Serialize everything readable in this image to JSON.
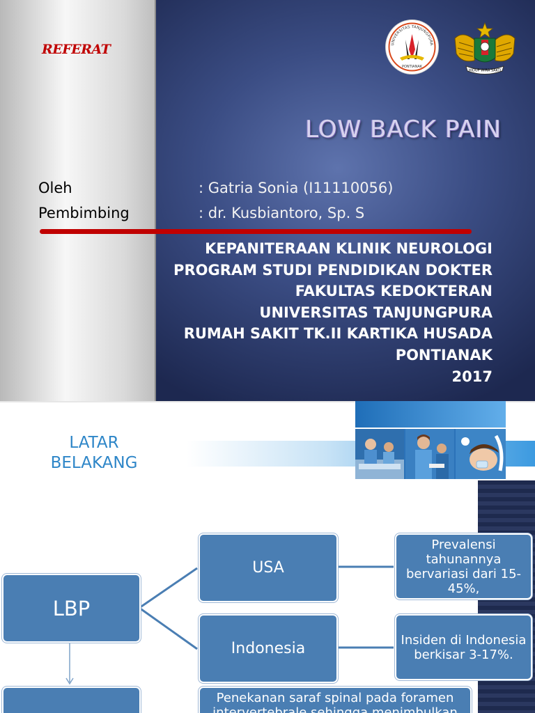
{
  "slide1": {
    "referat_label": "REFERAT",
    "title": "LOW BACK PAIN",
    "logo_untan_text_top": "UNIVERSITAS TANJUNGPURA",
    "logo_untan_text_bottom": "PONTIANAK",
    "logo_kartika_text": "HIDUP WIRA SAKTI",
    "oleh_label": "Oleh",
    "oleh_value": ": Gatria Sonia (I11110056)",
    "pembimbing_label": "Pembimbing",
    "pembimbing_value": ": dr. Kusbiantoro, Sp. S",
    "institution_lines": [
      "KEPANITERAAN KLINIK NEUROLOGI",
      "PROGRAM STUDI PENDIDIKAN DOKTER",
      "FAKULTAS KEDOKTERAN",
      "UNIVERSITAS TANJUNGPURA",
      "RUMAH SAKIT TK.II KARTIKA HUSADA",
      "PONTIANAK",
      "2017"
    ]
  },
  "slide2": {
    "title_line1": "LATAR",
    "title_line2": "BELAKANG",
    "diagram": {
      "lbp": "LBP",
      "usa": "USA",
      "indonesia": "Indonesia",
      "prevalensi": "Prevalensi tahunannya bervariasi dari 15-45%,",
      "insiden": "Insiden di Indonesia berkisar 3-17%.",
      "penekanan": "Penekanan saraf spinal pada foramen intervertebrale sehingga menimbulkan"
    }
  },
  "colors": {
    "accent_red": "#c00000",
    "box_blue": "#4a7eb3",
    "title_blue": "#2e86c8",
    "slide1_bg": "#3b4d84"
  }
}
